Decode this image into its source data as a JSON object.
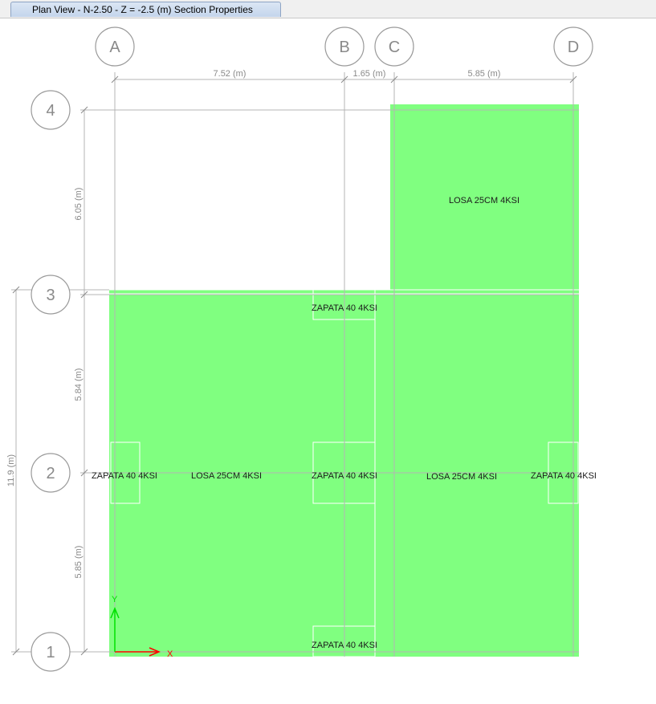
{
  "window": {
    "title": "Plan View - N-2.50 - Z = -2.5 (m)  Section Properties"
  },
  "grid": {
    "columns": [
      "A",
      "B",
      "C",
      "D"
    ],
    "rows": [
      "4",
      "3",
      "2",
      "1"
    ]
  },
  "dimensions": {
    "horizontal": [
      "7.52 (m)",
      "1.65 (m)",
      "5.85 (m)"
    ],
    "vertical": [
      "6.05 (m)",
      "5.84 (m)",
      "5.85 (m)"
    ],
    "overall_vertical": "11.9 (m)"
  },
  "areas": {
    "losa_top_right": "LOSA 25CM 4KSI",
    "losa_left": "LOSA 25CM 4KSI",
    "losa_right": "LOSA 25CM 4KSI",
    "zapata_b3": "ZAPATA 40 4KSI",
    "zapata_a2": "ZAPATA 40 4KSI",
    "zapata_b2": "ZAPATA 40 4KSI",
    "zapata_d2": "ZAPATA 40 4KSI",
    "zapata_b1": "ZAPATA 40 4KSI"
  },
  "axes": {
    "x": "X",
    "y": "Y"
  },
  "colors": {
    "slab_fill": "#80ff80",
    "grid_line": "#b4b4b4",
    "x_axis": "#ff0000",
    "y_axis": "#00e000"
  }
}
